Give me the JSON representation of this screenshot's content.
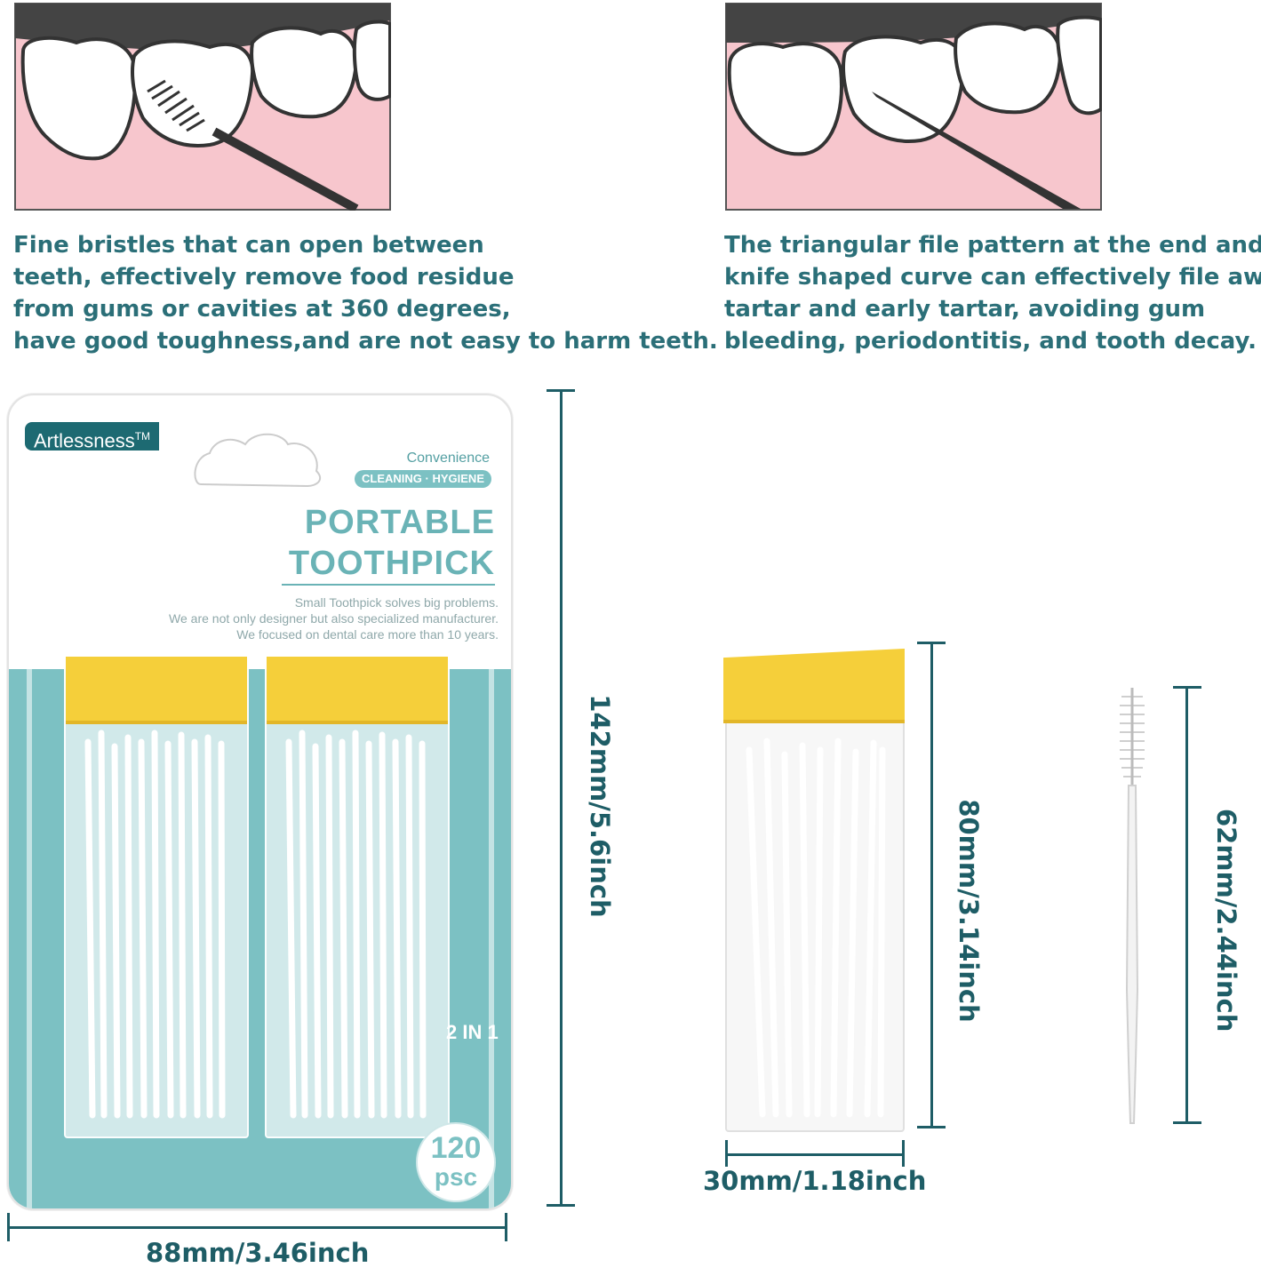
{
  "captions": {
    "left": [
      "Fine bristles that can open between",
      "teeth, effectively remove food residue",
      "from gums or cavities at 360 degrees,",
      "have good toughness,and are not easy to harm teeth."
    ],
    "right": [
      "The triangular file pattern at the end and the",
      "knife shaped curve can effectively file away",
      "tartar and early tartar, avoiding gum",
      "bleeding, periodontitis, and tooth decay."
    ]
  },
  "package": {
    "brand": "Artlessness",
    "trademark": "TM",
    "convenience": "Convenience",
    "pill": "CLEANING · HYGIENE",
    "title_line1": "PORTABLE",
    "title_line2": "TOOTHPICK",
    "blurb": [
      "Small Toothpick solves big problems.",
      "We are not only designer but also specialized manufacturer.",
      "We focused on dental care more than 10 years."
    ],
    "badge_number": "120",
    "badge_unit": "psc",
    "feature": "2 IN 1"
  },
  "dimensions": {
    "package_height": "142mm/5.6inch",
    "package_width": "88mm/3.46inch",
    "box_height": "80mm/3.14inch",
    "box_width": "30mm/1.18inch",
    "pick_length": "62mm/2.44inch"
  },
  "colors": {
    "caption": "#2b6f78",
    "dimension": "#1e5d66",
    "teal": "#7cc1c3",
    "lid_yellow": "#f5cf3a",
    "gum_pink": "#f7c6cd"
  },
  "icons": [
    "teeth-brush-illustration-icon",
    "teeth-file-illustration-icon",
    "toothpick-icon"
  ]
}
